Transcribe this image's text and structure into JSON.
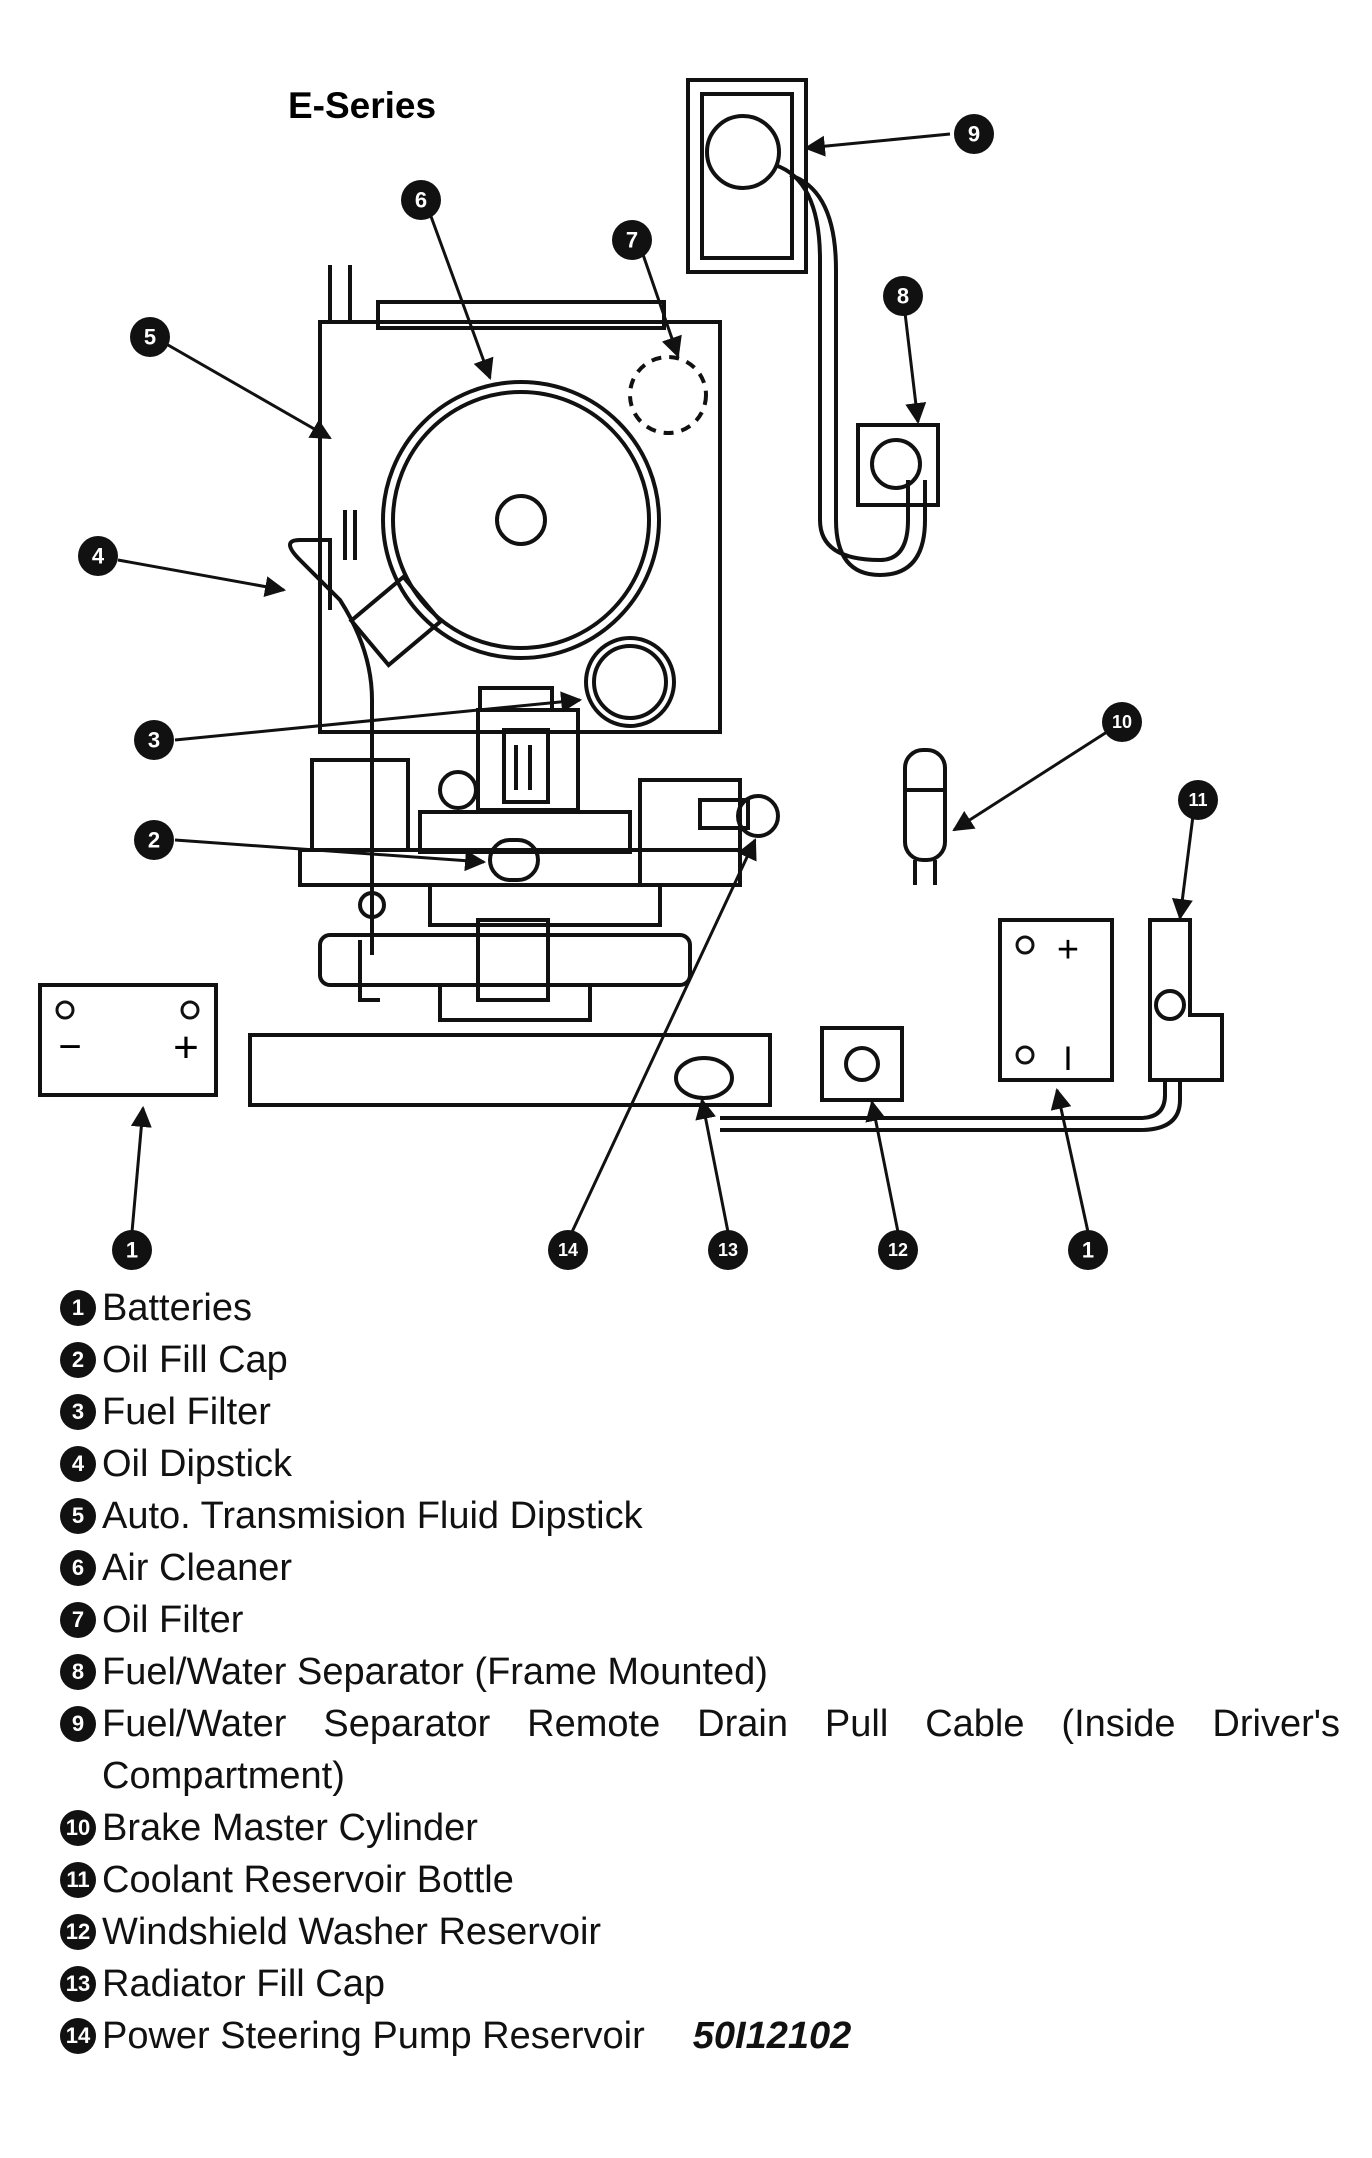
{
  "title": "E-Series",
  "callouts": [
    {
      "number": "1"
    },
    {
      "number": "1"
    },
    {
      "number": "2"
    },
    {
      "number": "3"
    },
    {
      "number": "4"
    },
    {
      "number": "5"
    },
    {
      "number": "6"
    },
    {
      "number": "7"
    },
    {
      "number": "8"
    },
    {
      "number": "9"
    },
    {
      "number": "10"
    },
    {
      "number": "11"
    },
    {
      "number": "12"
    },
    {
      "number": "13"
    },
    {
      "number": "14"
    }
  ],
  "battery_left": {
    "minus": "−",
    "plus": "+"
  },
  "battery_right": {
    "plus": "+",
    "minus": "I"
  },
  "legend": [
    {
      "number": "1",
      "text": "Batteries"
    },
    {
      "number": "2",
      "text": "Oil Fill Cap"
    },
    {
      "number": "3",
      "text": "Fuel Filter"
    },
    {
      "number": "4",
      "text": "Oil Dipstick"
    },
    {
      "number": "5",
      "text": "Auto. Transmision Fluid Dipstick"
    },
    {
      "number": "6",
      "text": "Air Cleaner"
    },
    {
      "number": "7",
      "text": "Oil Filter"
    },
    {
      "number": "8",
      "text": "Fuel/Water Separator (Frame Mounted)"
    },
    {
      "number": "9",
      "text": "Fuel/Water Separator Remote Drain Pull Cable (Inside Driver's Compartment)"
    },
    {
      "number": "10",
      "text": "Brake Master Cylinder"
    },
    {
      "number": "11",
      "text": "Coolant Reservoir Bottle"
    },
    {
      "number": "12",
      "text": "Windshield Washer Reservoir"
    },
    {
      "number": "13",
      "text": "Radiator Fill Cap"
    },
    {
      "number": "14",
      "text": "Power Steering Pump Reservoir"
    }
  ],
  "figure_code": "50I12102",
  "colors": {
    "ink": "#111111",
    "paper": "#ffffff"
  }
}
